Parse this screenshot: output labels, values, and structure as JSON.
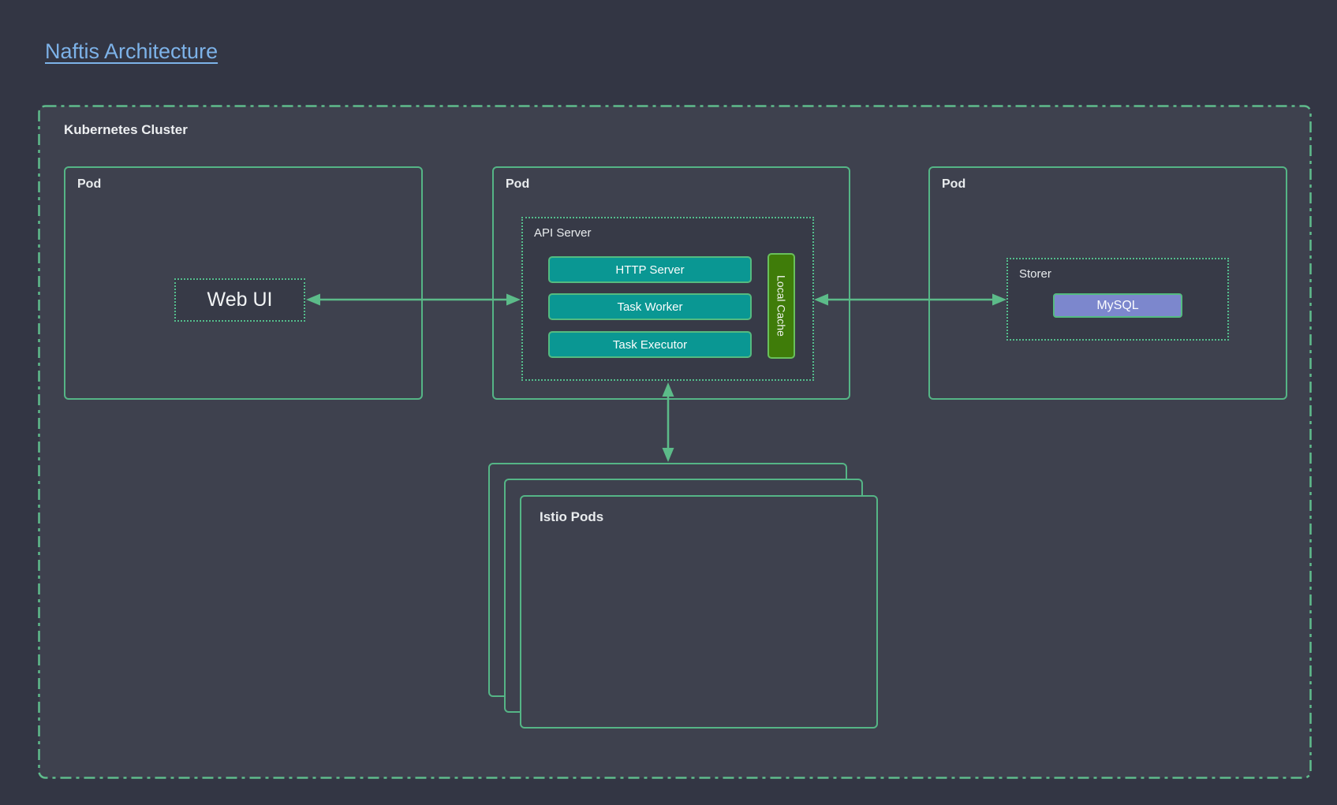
{
  "title": "Naftis Architecture",
  "cluster": {
    "label": "Kubernetes Cluster"
  },
  "pods": {
    "web": {
      "label": "Pod",
      "webui_label": "Web UI"
    },
    "api": {
      "label": "Pod",
      "api_server": {
        "label": "API Server",
        "http_server": "HTTP Server",
        "task_worker": "Task Worker",
        "task_executor": "Task Executor",
        "local_cache": "Local Cache"
      }
    },
    "storer": {
      "label": "Pod",
      "storer_box": {
        "label": "Storer",
        "mysql": "MySQL"
      }
    }
  },
  "istio": {
    "label": "Istio Pods"
  },
  "colors": {
    "background_outer": "#333644",
    "background_cluster": "#3e414e",
    "background_dotted_box": "#373a47",
    "line_green": "#5cbb89",
    "teal_fill": "#0a9793",
    "teal_border": "#54bb80",
    "cache_fill": "#3f7c09",
    "cache_border": "#69c05b",
    "mysql_fill": "#7c87cd",
    "title_blue": "#7db2e8",
    "text_light": "#e9ecee"
  }
}
